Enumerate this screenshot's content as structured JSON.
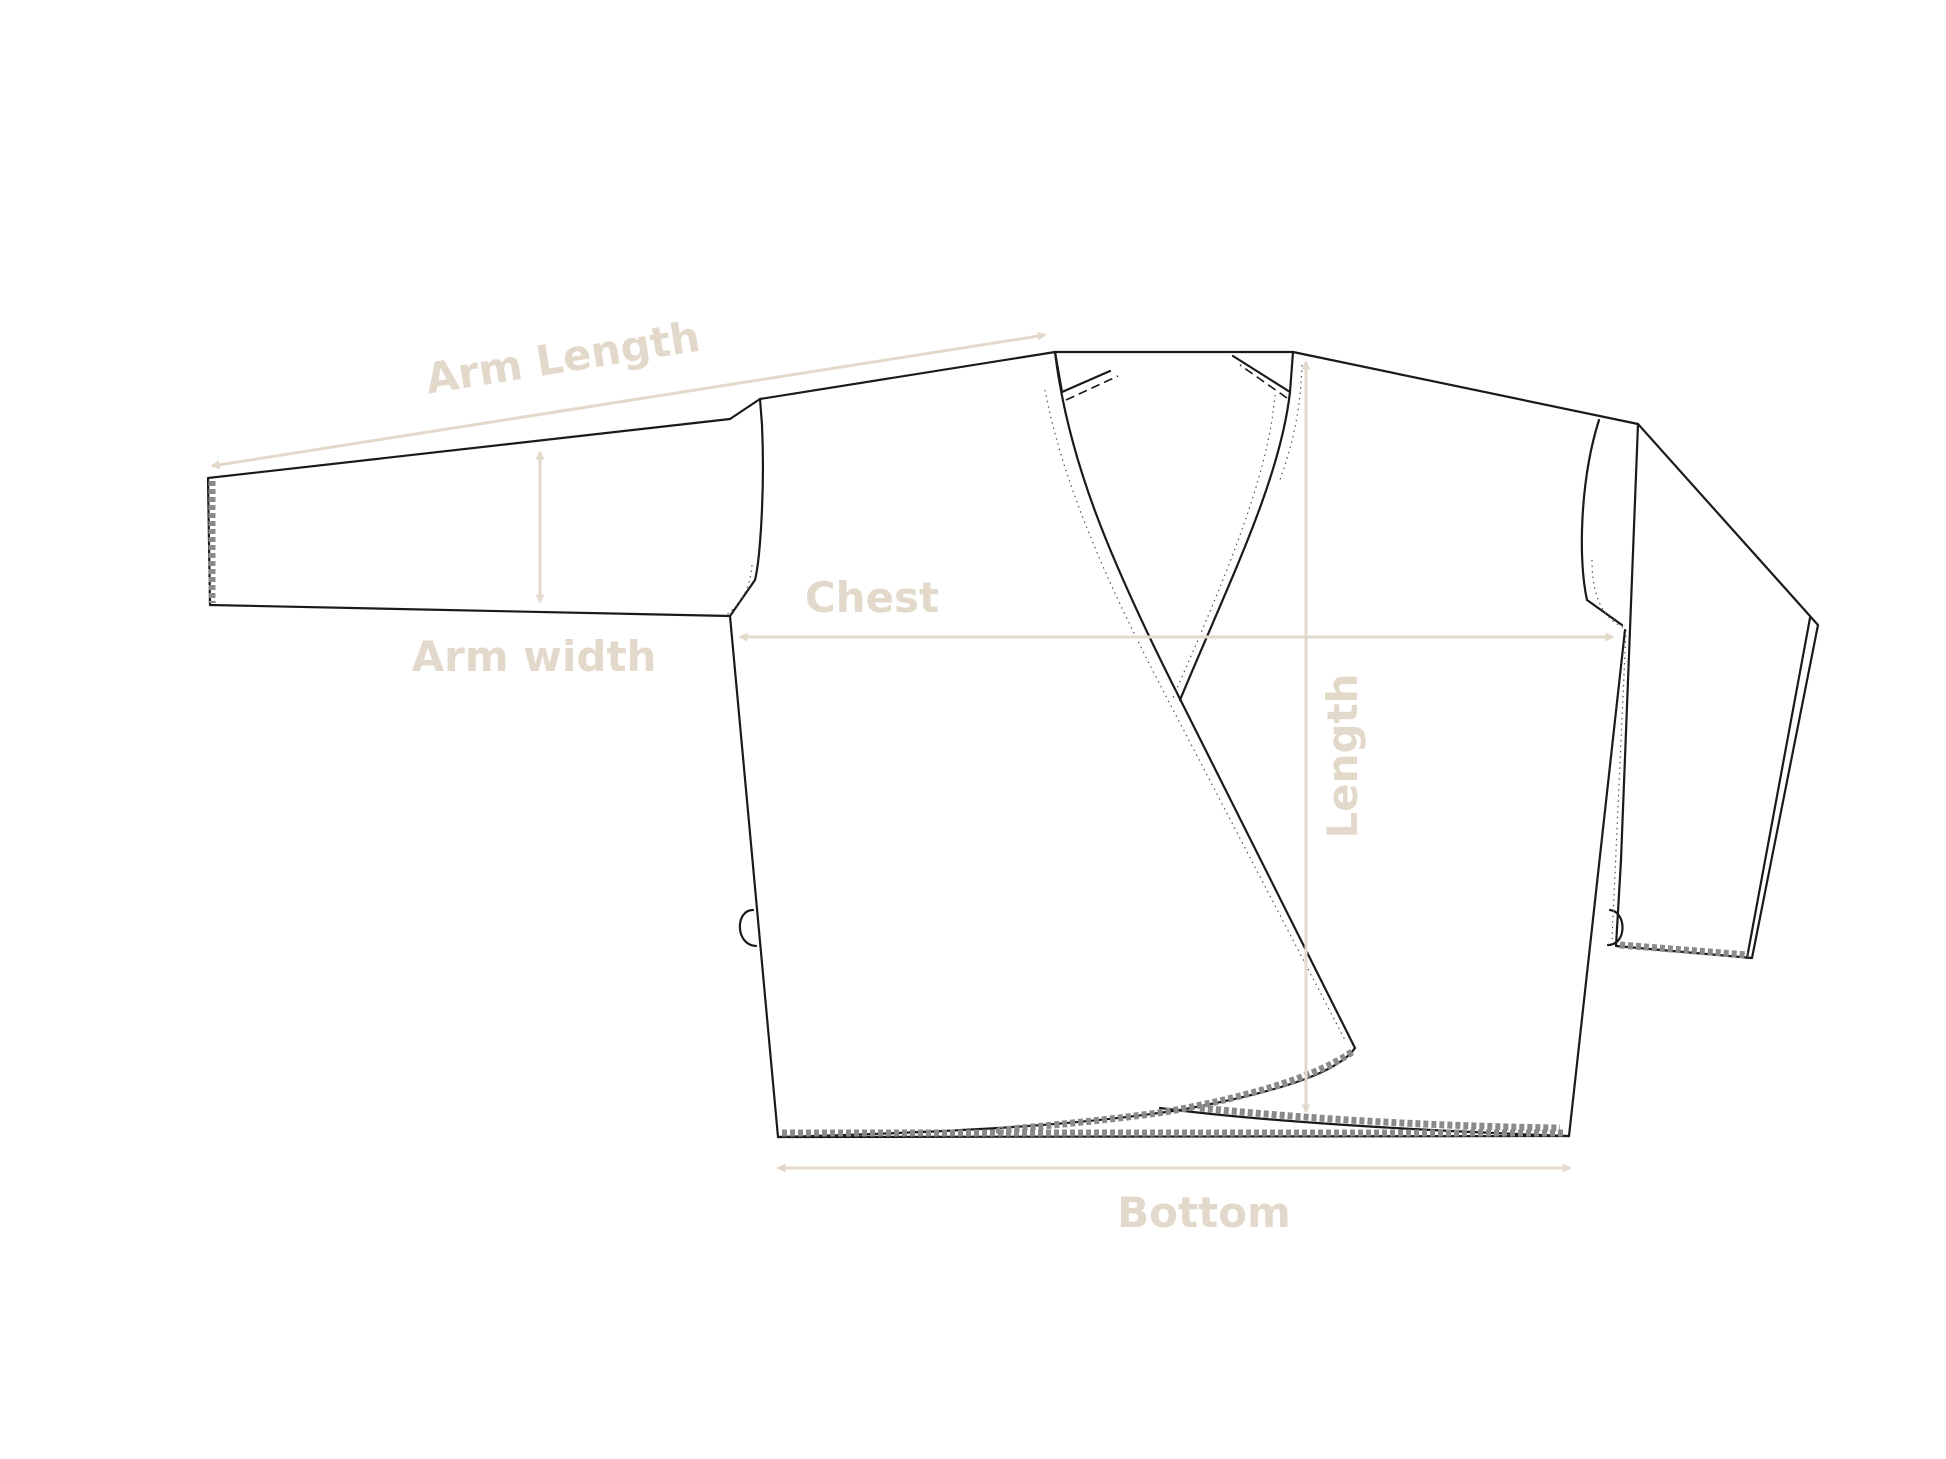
{
  "labels": {
    "arm_length": "Arm Length",
    "arm_width": "Arm width",
    "chest": "Chest",
    "length": "Length",
    "bottom": "Bottom"
  },
  "colors": {
    "measure": "#e3d9cb",
    "outline": "#1a1a1a",
    "hem": "#8a8a8a"
  }
}
